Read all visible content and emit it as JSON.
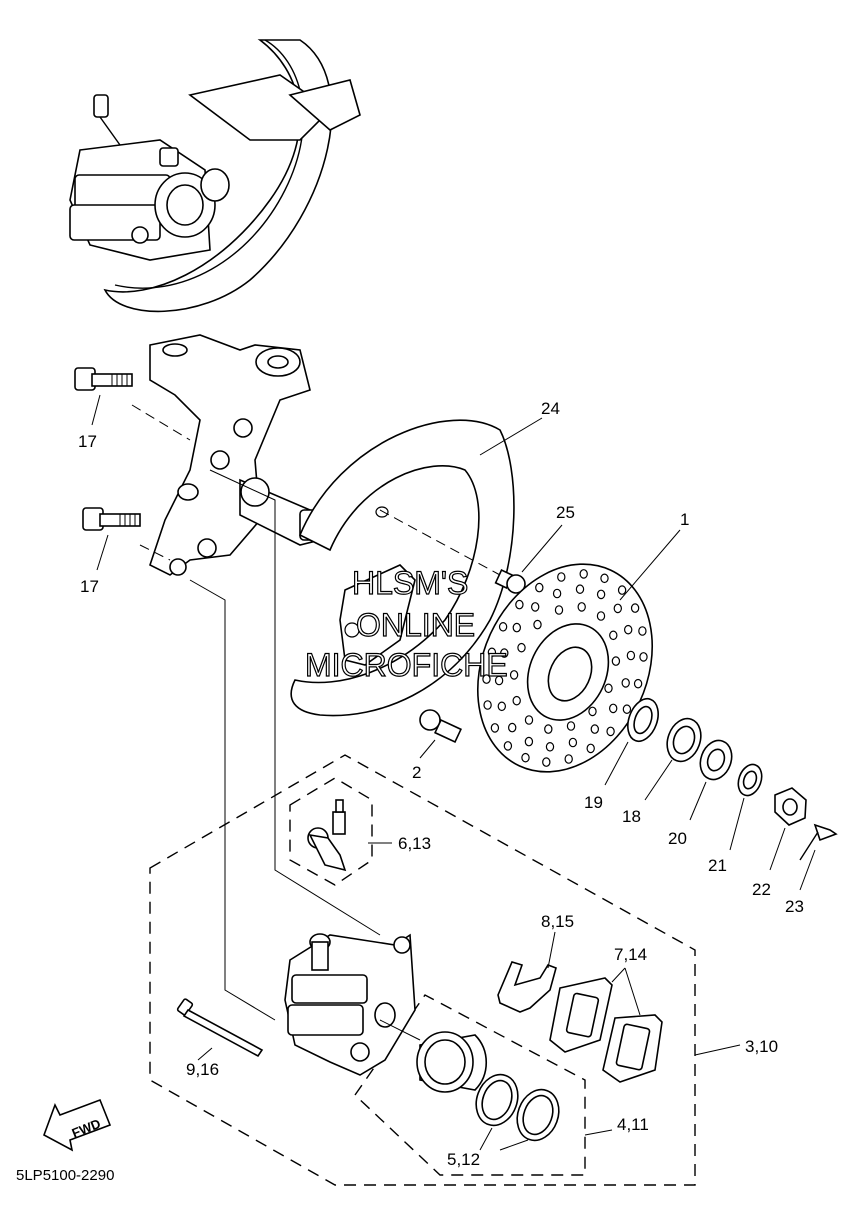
{
  "diagram_code": "5LP5100-2290",
  "watermark": [
    "HLSM'S",
    "ONLINE",
    "MICROFICHE"
  ],
  "forward_label": "FWD",
  "callouts": [
    {
      "id": "1",
      "label": "1"
    },
    {
      "id": "2",
      "label": "2"
    },
    {
      "id": "3-10",
      "label": "3,10"
    },
    {
      "id": "4-11",
      "label": "4,11"
    },
    {
      "id": "5-12",
      "label": "5,12"
    },
    {
      "id": "6-13",
      "label": "6,13"
    },
    {
      "id": "7-14",
      "label": "7,14"
    },
    {
      "id": "8-15",
      "label": "8,15"
    },
    {
      "id": "9-16",
      "label": "9,16"
    },
    {
      "id": "17a",
      "label": "17"
    },
    {
      "id": "17b",
      "label": "17"
    },
    {
      "id": "18",
      "label": "18"
    },
    {
      "id": "19",
      "label": "19"
    },
    {
      "id": "20",
      "label": "20"
    },
    {
      "id": "21",
      "label": "21"
    },
    {
      "id": "22",
      "label": "22"
    },
    {
      "id": "23",
      "label": "23"
    },
    {
      "id": "24",
      "label": "24"
    },
    {
      "id": "25",
      "label": "25"
    }
  ]
}
